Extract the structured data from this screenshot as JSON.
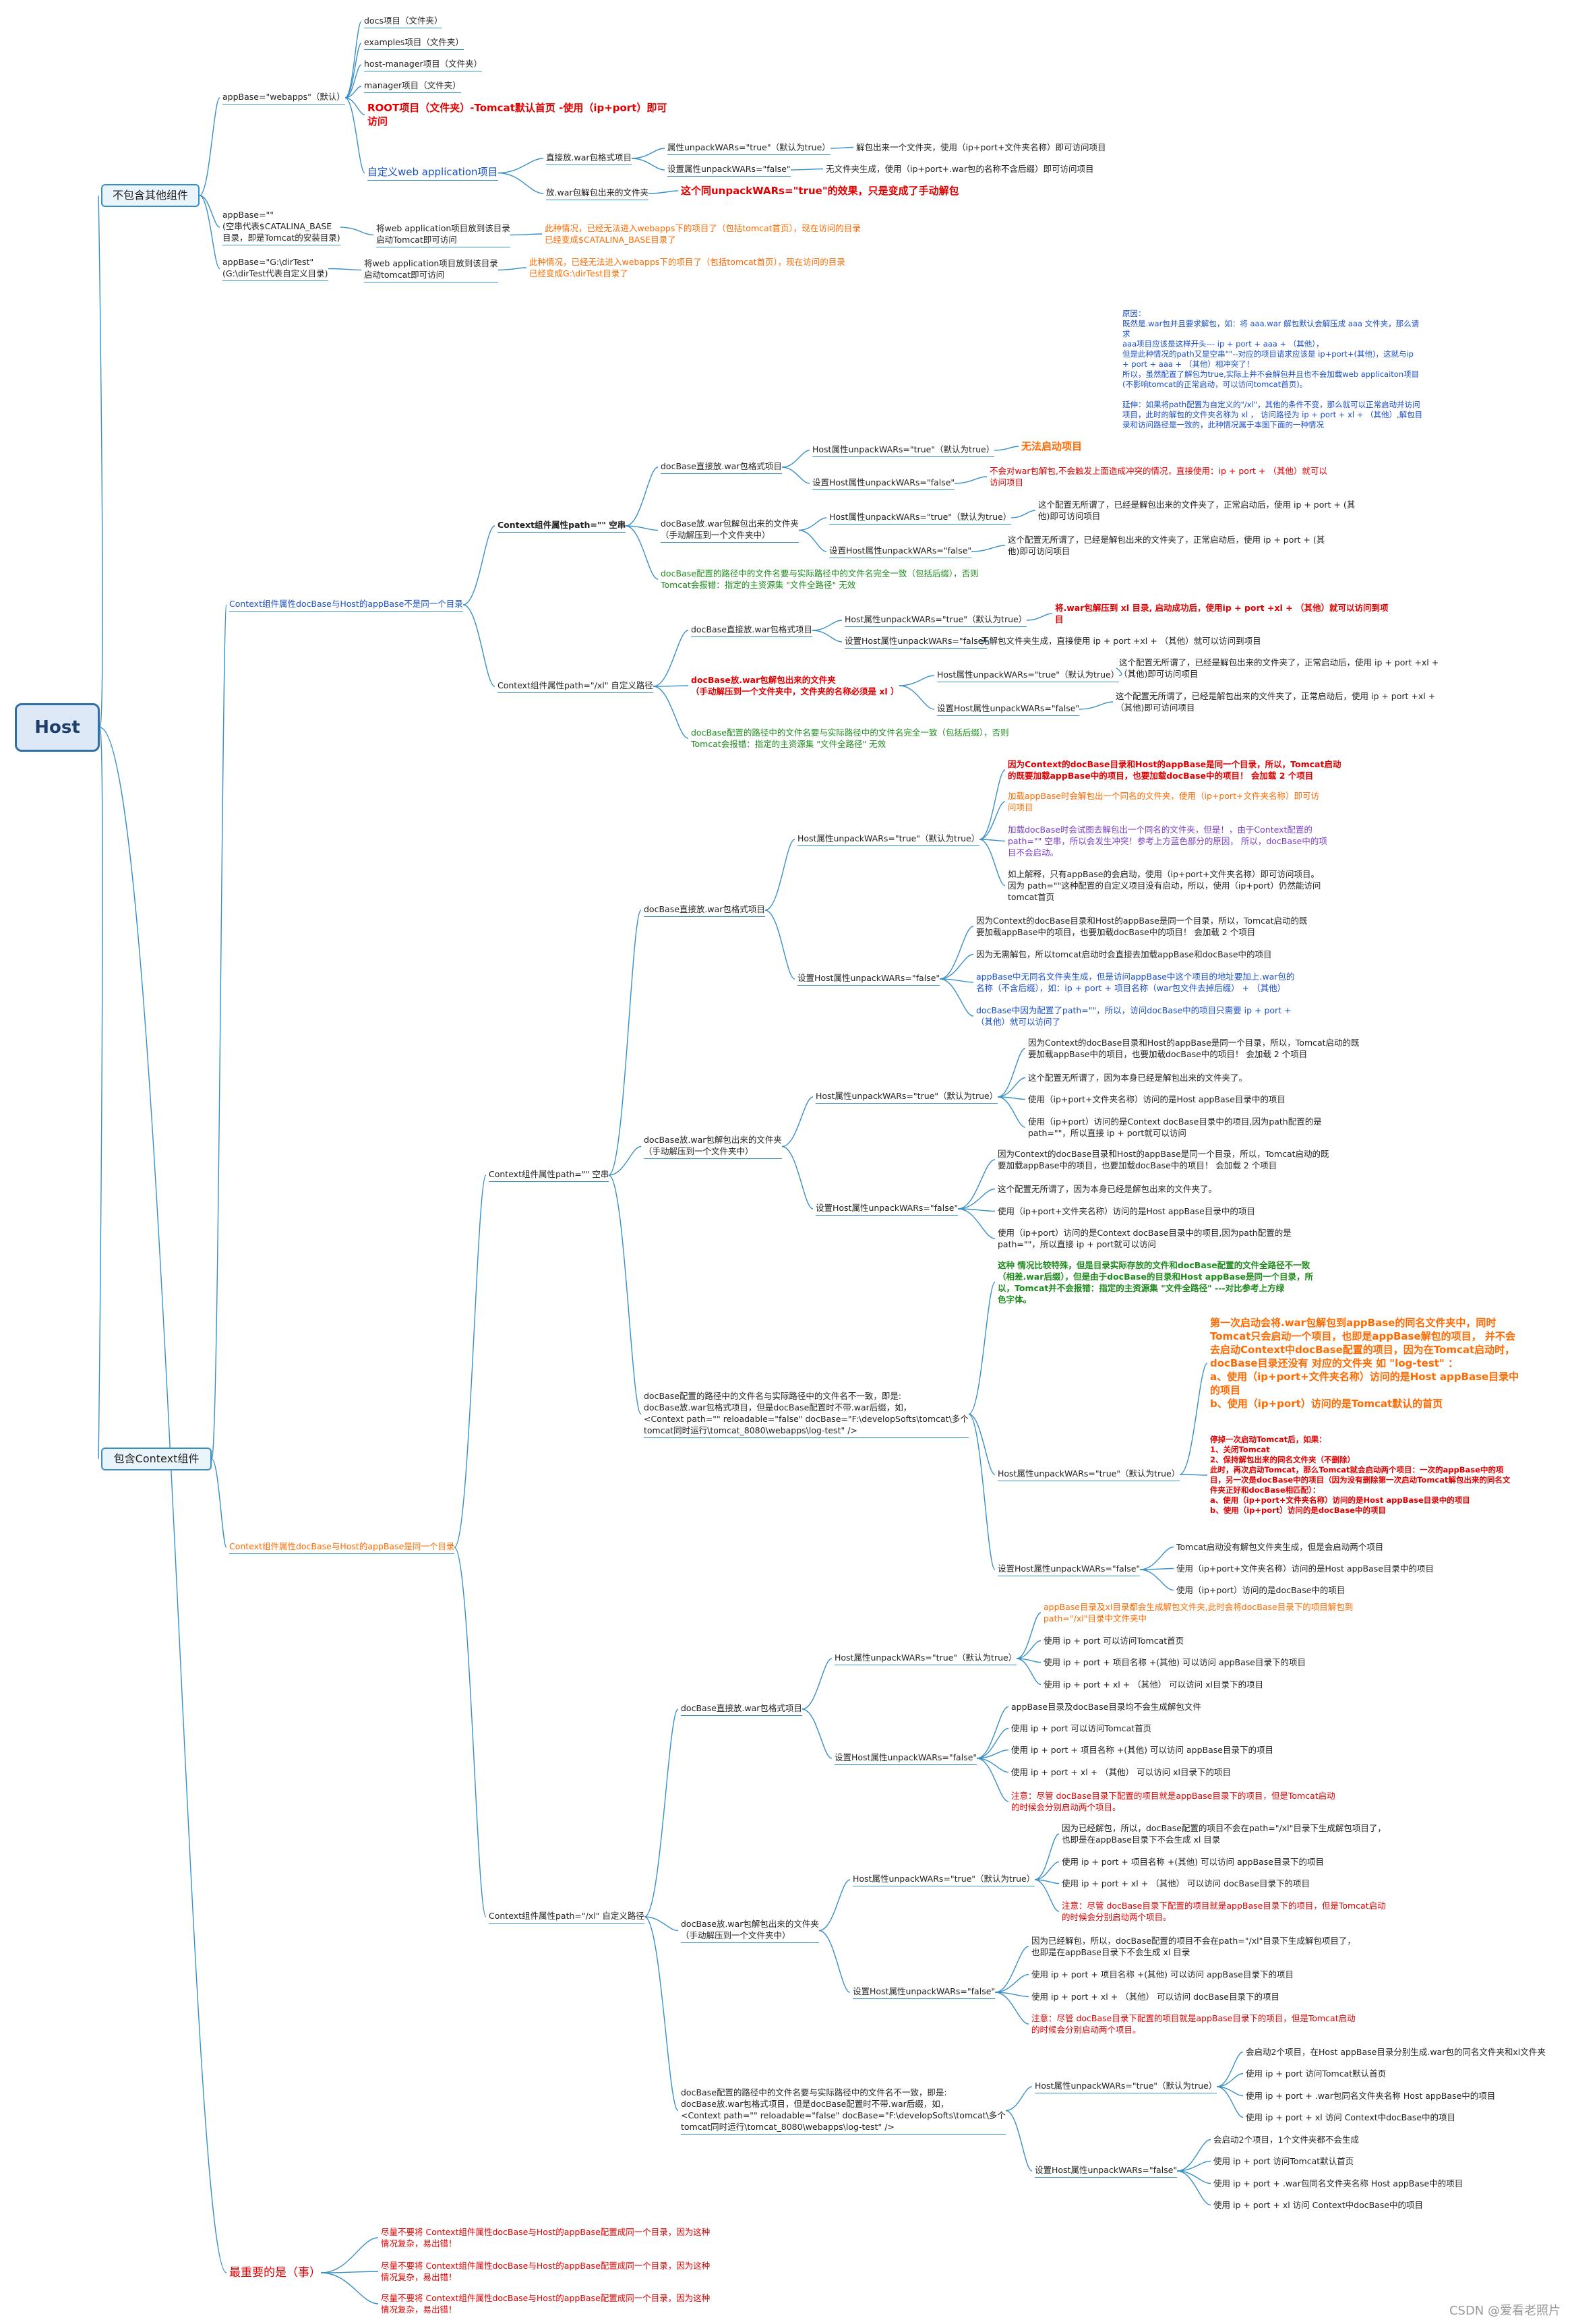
{
  "root": {
    "label": "Host"
  },
  "l1": {
    "no_context": "不包含其他组件",
    "with_context": "包含Context组件",
    "important": "最重要的是（事）"
  },
  "sec1": {
    "appbase_webapps": "appBase=\"webapps\"（默认）",
    "docs": "docs项目（文件夹）",
    "examples": "examples项目（文件夹）",
    "host_manager": "host-manager项目（文件夹）",
    "manager": "manager项目（文件夹）",
    "root_project": "ROOT项目（文件夹）-Tomcat默认首页  -使用（ip+port）即可\n访问",
    "custom_webapp": "自定义web application项目",
    "direct_war": "直接放.war包格式项目",
    "unpack_true": "属性unpackWARs=\"true\"（默认为true）",
    "unpack_true_desc": "解包出来一个文件夹，使用（ip+port+文件夹名称）即可访问项目",
    "unpack_false": "设置属性unpackWARs=\"false\"",
    "unpack_false_desc": "无文件夹生成，使用（ip+port+.war包的名称不含后缀）即可访问项目",
    "put_unpacked": "放.war包解包出来的文件夹",
    "put_unpacked_desc": "这个同unpackWARs=\"true\"的效果，只是变成了手动解包",
    "appbase_empty": "appBase=\"\"\n(空串代表$CATALINA_BASE\n目录，即是Tomcat的安装目录)",
    "appbase_empty_put": "将web application项目放到该目录\n启动Tomcat即可访问",
    "appbase_empty_note": "此种情况，已经无法进入webapps下的项目了（包括tomcat首页），现在访问的目录\n已经变成$CATALINA_BASE目录了",
    "appbase_g": "appBase=\"G:\\dirTest\"\n(G:\\dirTest代表自定义目录)",
    "appbase_g_put": "将web application项目放到该目录\n启动tomcat即可访问",
    "appbase_g_note": "此种情况，已经无法进入webapps下的项目了（包括tomcat首页），现在访问的目录\n已经变成G:\\dirTest目录了"
  },
  "sec2": {
    "diff_dir": "Context组件属性docBase与Host的appBase不是同一个目录",
    "path_empty": "Context组件属性path=\"\"  空串",
    "path_xxl": "Context组件属性path=\"/xl\"  自定义路径",
    "reason_note": "原因：\n既然是.war包并且要求解包，如：将 aaa.war 解包默认会解压成 aaa 文件夹，那么请\n求\naaa项目应该是这样开头--- ip + port + aaa + （其他），\n但是此种情况的path又是空串\"\"--对应的项目请求应该是 ip+port+(其他)，这就与ip\n+ port + aaa + （其他）相冲突了！\n所以，虽然配置了解包为true,实际上并不会解包并且也不会加载web applicaiton项目\n(不影响tomcat的正常启动，可以访问tomcat首页)。\n\n延伸：如果将path配置为自定义的\"/xl\"，其他的条件不变，那么就可以正常启动并访问\n项目，此时的解包的文件夹名称为 xl ， 访问路径为 ip + port + xl + （其他）,解包目\n录和访问路径是一致的，此种情况属于本图下面的一种情况",
    "d1_docbase_war": "docBase直接放.war包格式项目",
    "d1_true": "Host属性unpackWARs=\"true\"（默认为true）",
    "d1_true_result": "无法启动项目",
    "d1_false": "设置Host属性unpackWARs=\"false\"",
    "d1_false_result": "不会对war包解包,不会触发上面造成冲突的情况，直接使用：ip + port + （其他）就可以\n访问项目",
    "d1_docbase_dir": "docBase放.war包解包出来的文件夹\n（手动解压到一个文件夹中）",
    "d1_dir_true": "Host属性unpackWARs=\"true\"（默认为true）",
    "d1_dir_true_r": "这个配置无所谓了，已经是解包出来的文件夹了，正常启动后，使用 ip + port + (其\n他)即可访问项目",
    "d1_dir_false": "设置Host属性unpackWARs=\"false\"",
    "d1_dir_false_r": "这个配置无所谓了，已经是解包出来的文件夹了，正常启动后，使用 ip + port + (其\n他)即可访问项目",
    "d1_note": "docBase配置的路径中的文件名要与实际路径中的文件名完全一致（包括后缀），否则\nTomcat会报错：指定的主资源集 \"文件全路径\" 无效",
    "d2_docbase_war": "docBase直接放.war包格式项目",
    "d2_true": "Host属性unpackWARs=\"true\"（默认为true）",
    "d2_true_r": "将.war包解压到 xl 目录, 启动成功后，使用ip + port +xl + （其他）就可以访问到项\n目",
    "d2_false": "设置Host属性unpackWARs=\"false\"",
    "d2_false_r": "无解包文件夹生成，直接使用 ip + port +xl + （其他）就可以访问到项目",
    "d2_docbase_dir": "docBase放.war包解包出来的文件夹\n（手动解压到一个文件夹中，文件夹的名称必须是 xl ）",
    "d2_dir_true": "Host属性unpackWARs=\"true\"（默认为true）",
    "d2_dir_true_r": "这个配置无所谓了，已经是解包出来的文件夹了，正常启动后，使用 ip + port +xl +\n（其他)即可访问项目",
    "d2_dir_false": "设置Host属性unpackWARs=\"false\"",
    "d2_dir_false_r": "这个配置无所谓了，已经是解包出来的文件夹了，正常启动后，使用 ip + port +xl +\n（其他)即可访问项目",
    "d2_note": "docBase配置的路径中的文件名要与实际路径中的文件名完全一致（包括后缀），否则\nTomcat会报错：指定的主资源集 \"文件全路径\" 无效"
  },
  "sec3": {
    "same_dir": "Context组件属性docBase与Host的appBase是同一个目录",
    "path_empty": "Context组件属性path=\"\"  空串",
    "path_xxl": "Context组件属性path=\"/xl\" 自定义路径",
    "s1_war": "docBase直接放.war包格式项目",
    "s1_true": "Host属性unpackWARs=\"true\"（默认为true）",
    "s1_true_n1": "因为Context的docBase目录和Host的appBase是同一个目录，所以，Tomcat启动\n的既要加载appBase中的项目，也要加载docBase中的项目！ 会加载 2 个项目",
    "s1_true_n2": "加载appBase时会解包出一个同名的文件夹，使用（ip+port+文件夹名称）即可访\n问项目",
    "s1_true_n3": "加载docBase时会试图去解包出一个同名的文件夹，但是！，由于Context配置的\npath=\"\" 空串，所以会发生冲突！参考上方蓝色部分的原因， 所以，docBase中的项\n目不会启动。",
    "s1_true_n4": "如上解释，只有appBase的会启动，使用（ip+port+文件夹名称）即可访问项目。\n因为 path=\"\"这种配置的自定义项目没有启动，所以，使用（ip+port）仍然能访问\ntomcat首页",
    "s1_false": "设置Host属性unpackWARs=\"false\"",
    "s1_false_n1": "因为Context的docBase目录和Host的appBase是同一个目录，所以，Tomcat启动的既\n要加载appBase中的项目，也要加载docBase中的项目！ 会加载 2 个项目",
    "s1_false_n2": "因为无需解包，所以tomcat启动时会直接去加载appBase和docBase中的项目",
    "s1_false_n3": "appBase中无同名文件夹生成，但是访问appBase中这个项目的地址要加上.war包的\n名称（不含后缀），如：ip + port + 项目名称（war包文件去掉后缀） + （其他）",
    "s1_false_n4": "docBase中因为配置了path=\"\"，所以，访问docBase中的项目只需要 ip + port +\n（其他）就可以访问了",
    "s2_dir": "docBase放.war包解包出来的文件夹\n（手动解压到一个文件夹中）",
    "s2_true": "Host属性unpackWARs=\"true\"（默认为true）",
    "s2_true_n1": "因为Context的docBase目录和Host的appBase是同一个目录，所以，Tomcat启动的既\n要加载appBase中的项目，也要加载docBase中的项目！ 会加载 2 个项目",
    "s2_true_n2": "这个配置无所谓了，因为本身已经是解包出来的文件夹了。",
    "s2_true_n3": "使用（ip+port+文件夹名称）访问的是Host appBase目录中的项目",
    "s2_true_n4": "使用（ip+port）访问的是Context docBase目录中的项目,因为path配置的是\npath=\"\"，所以直接 ip + port就可以访问",
    "s2_false": "设置Host属性unpackWARs=\"false\"",
    "s2_false_n1": "因为Context的docBase目录和Host的appBase是同一个目录，所以，Tomcat启动的既\n要加载appBase中的项目，也要加载docBase中的项目！ 会加载 2 个项目",
    "s2_false_n2": "这个配置无所谓了，因为本身已经是解包出来的文件夹了。",
    "s2_false_n3": "使用（ip+port+文件夹名称）访问的是Host appBase目录中的项目",
    "s2_false_n4": "使用（ip+port）访问的是Context docBase目录中的项目,因为path配置的是\npath=\"\"，所以直接 ip + port就可以访问",
    "s3_diffname": "docBase配置的路径中的文件名与实际路径中的文件名不一致，即是:\ndocBase放.war包格式项目，但是docBase配置时不带.war后缀，如，\n<Context path=\"\" reloadable=\"false\" docBase=\"F:\\developSofts\\tomcat\\多个\ntomcat同时运行\\tomcat_8080\\webapps\\log-test\" />",
    "s3_green": "这种 情况比较特殊，但是目录实际存放的文件和docBase配置的文件全路径不一致\n（相差.war后缀），但是由于docBase的目录和Host appBase是同一个目录，所\n以，Tomcat并不会报错：指定的主资源集 \"文件全路径\" ---对比参考上方绿\n色字体。",
    "s3_true": "Host属性unpackWARs=\"true\"（默认为true）",
    "s3_true_big": "第一次启动会将.war包解包到appBase的同名文件夹中，同时\nTomcat只会启动一个项目，也即是appBase解包的项目， 并不会\n去启动Context中docBase配置的项目，因为在Tomcat启动时，\ndocBase目录还没有 对应的文件夹 如 \"log-test\" ：\na、使用（ip+port+文件夹名称）访问的是Host appBase目录中\n的项目\nb、使用（ip+port）访问的是Tomcat默认的首页",
    "s3_true_small": "停掉一次启动Tomcat后，如果：\n1、关闭Tomcat\n2、保持解包出来的同名文件夹（不删除）\n此时，再次启动Tomcat，那么Tomcat就会启动两个项目：一次的appBase中的项\n目，另一次是docBase中的项目（因为没有删除第一次启动Tomcat解包出来的同名文\n件夹正好和docBase相匹配）：\na、使用（ip+port+文件夹名称）访问的是Host appBase目录中的项目\nb、使用（ip+port）访问的是docBase中的项目",
    "s3_false": "设置Host属性unpackWARs=\"false\"",
    "s3_false_n1": "Tomcat启动没有解包文件夹生成，但是会启动两个项目",
    "s3_false_n2": "使用（ip+port+文件夹名称）访问的是Host appBase目录中的项目",
    "s3_false_n3": "使用（ip+port）访问的是docBase中的项目",
    "x1_war": "docBase直接放.war包格式项目",
    "x1_true": "Host属性unpackWARs=\"true\"（默认为true）",
    "x1_true_n1": "appBase目录及xl目录都会生成解包文件夹,此时会将docBase目录下的项目解包到\npath=\"/xl\"目录中文件夹中",
    "x1_true_n2": "使用 ip + port 可以访问Tomcat首页",
    "x1_true_n3": "使用 ip + port + 项目名称 +(其他) 可以访问 appBase目录下的项目",
    "x1_true_n4": "使用 ip + port + xl + （其他） 可以访问 xl目录下的项目",
    "x1_false": "设置Host属性unpackWARs=\"false\"",
    "x1_false_n1": "appBase目录及docBase目录均不会生成解包文件",
    "x1_false_n2": "使用 ip + port 可以访问Tomcat首页",
    "x1_false_n3": "使用 ip + port + 项目名称 +(其他) 可以访问 appBase目录下的项目",
    "x1_false_n4": "使用 ip + port + xl + （其他） 可以访问 xl目录下的项目",
    "x1_false_n5": "注意：尽管 docBase目录下配置的项目就是appBase目录下的项目，但是Tomcat启动\n的时候会分别启动两个项目。",
    "x2_dir": "docBase放.war包解包出来的文件夹\n（手动解压到一个文件夹中）",
    "x2_true": "Host属性unpackWARs=\"true\"（默认为true）",
    "x2_true_n1": "因为已经解包，所以，docBase配置的项目不会在path=\"/xl\"目录下生成解包项目了，\n也即是在appBase目录下不会生成 xl 目录",
    "x2_true_n2": "使用 ip + port + 项目名称 +(其他) 可以访问 appBase目录下的项目",
    "x2_true_n3": "使用 ip + port + xl + （其他） 可以访问 docBase目录下的项目",
    "x2_true_n4": "注意：尽管 docBase目录下配置的项目就是appBase目录下的项目，但是Tomcat启动\n的时候会分别启动两个项目。",
    "x2_false": "设置Host属性unpackWARs=\"false\"",
    "x2_false_n1": "因为已经解包，所以，docBase配置的项目不会在path=\"/xl\"目录下生成解包项目了，\n也即是在appBase目录下不会生成 xl 目录",
    "x2_false_n2": "使用 ip + port + 项目名称 +(其他) 可以访问 appBase目录下的项目",
    "x2_false_n3": "使用 ip + port + xl + （其他） 可以访问 docBase目录下的项目",
    "x2_false_n4": "注意：尽管 docBase目录下配置的项目就是appBase目录下的项目，但是Tomcat启动\n的时候会分别启动两个项目。",
    "x3_diffname": "docBase配置的路径中的文件名要与实际路径中的文件名不一致，即是:\ndocBase放.war包格式项目，但是docBase配置时不带.war后缀，如，\n<Context path=\"\" reloadable=\"false\" docBase=\"F:\\developSofts\\tomcat\\多个\ntomcat同时运行\\tomcat_8080\\webapps\\log-test\" />",
    "x3_true": "Host属性unpackWARs=\"true\"（默认为true）",
    "x3_true_n1": "会启动2个项目，在Host appBase目录分别生成.war包的同名文件夹和xl文件夹",
    "x3_true_n2": "使用 ip + port 访问Tomcat默认首页",
    "x3_true_n3": "使用 ip + port + .war包同名文件夹名称  Host appBase中的项目",
    "x3_true_n4": "使用 ip + port + xl 访问 Context中docBase中的项目",
    "x3_false": "设置Host属性unpackWARs=\"false\"",
    "x3_false_n1": "会启动2个项目，1个文件夹都不会生成",
    "x3_false_n2": "使用 ip + port 访问Tomcat默认首页",
    "x3_false_n3": "使用 ip + port + .war包同名文件夹名称  Host appBase中的项目",
    "x3_false_n4": "使用 ip + port + xl 访问 Context中docBase中的项目"
  },
  "sec4": {
    "i1": "尽量不要将 Context组件属性docBase与Host的appBase配置成同一个目录，因为这种\n情况复杂，易出错！",
    "i2": "尽量不要将 Context组件属性docBase与Host的appBase配置成同一个目录，因为这种\n情况复杂，易出错！",
    "i3": "尽量不要将 Context组件属性docBase与Host的appBase配置成同一个目录，因为这种\n情况复杂，易出错！"
  },
  "watermark": "CSDN @爱看老照片",
  "colors": {
    "line": "#3a8fc7",
    "red": "#e00000",
    "orange": "#ff6a00",
    "blue": "#1a4fc7",
    "green": "#1e8a1e"
  }
}
